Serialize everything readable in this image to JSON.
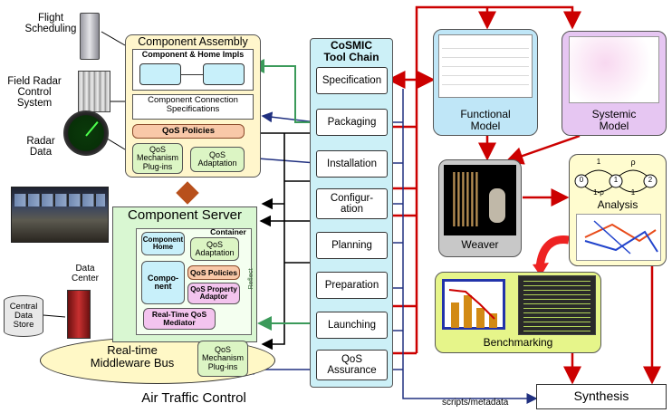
{
  "left_labels": {
    "flight_scheduling": "Flight\nScheduling",
    "field_radar": "Field Radar\nControl\nSystem",
    "radar_data": "Radar\nData",
    "data_center": "Data\nCenter",
    "central_store": "Central\nData\nStore",
    "middleware": "Real-time\nMiddleware Bus",
    "atc": "Air Traffic Control"
  },
  "assembly": {
    "title": "Component Assembly",
    "impls": "Component & Home Impls",
    "connection": "Component Connection\nSpecifications",
    "qos_policies": "QoS Policies",
    "mech_plugins": "QoS\nMechanism\nPlug-ins",
    "adaptation": "QoS\nAdaptation"
  },
  "server": {
    "title": "Component Server",
    "container": "Container",
    "home": "Component\nHome",
    "adaptation": "QoS\nAdaptation",
    "component": "Compo-\nnent",
    "qos_policies": "QoS Policies",
    "property_adaptor": "QoS Property\nAdaptor",
    "reflect": "Reflect",
    "rt_mediator": "Real-Time QoS\nMediator",
    "mech_plugins": "QoS\nMechanism\nPlug-ins"
  },
  "toolchain": {
    "title": "CoSMIC\nTool Chain",
    "stages": [
      "Specification",
      "Packaging",
      "Installation",
      "Configur-\nation",
      "Planning",
      "Preparation",
      "Launching",
      "QoS\nAssurance"
    ]
  },
  "right": {
    "functional": "Functional\nModel",
    "systemic": "Systemic\nModel",
    "weaver": "Weaver",
    "analysis": "Analysis",
    "benchmarking": "Benchmarking",
    "synthesis": "Synthesis",
    "scripts": "scripts/metadata",
    "markov": {
      "s0": "0",
      "s1": "1",
      "s2": "2",
      "p_top": "1",
      "p_right": "ρ",
      "p_bot": "1-ρ",
      "p_bot2": "1"
    }
  },
  "colors": {
    "assembly_fill": "#fff6cc",
    "server_fill": "#d9f7d2",
    "toolchain_fill": "#ccf0f7",
    "functional_fill": "#bfe6f7",
    "systemic_fill": "#e6c6f2",
    "weaver_fill": "#c8c8c8",
    "analysis_fill": "#fffccf",
    "bench_fill": "#e6f58a",
    "red": "#cc0000",
    "navy": "#203080",
    "green": "#3b9a5a"
  }
}
